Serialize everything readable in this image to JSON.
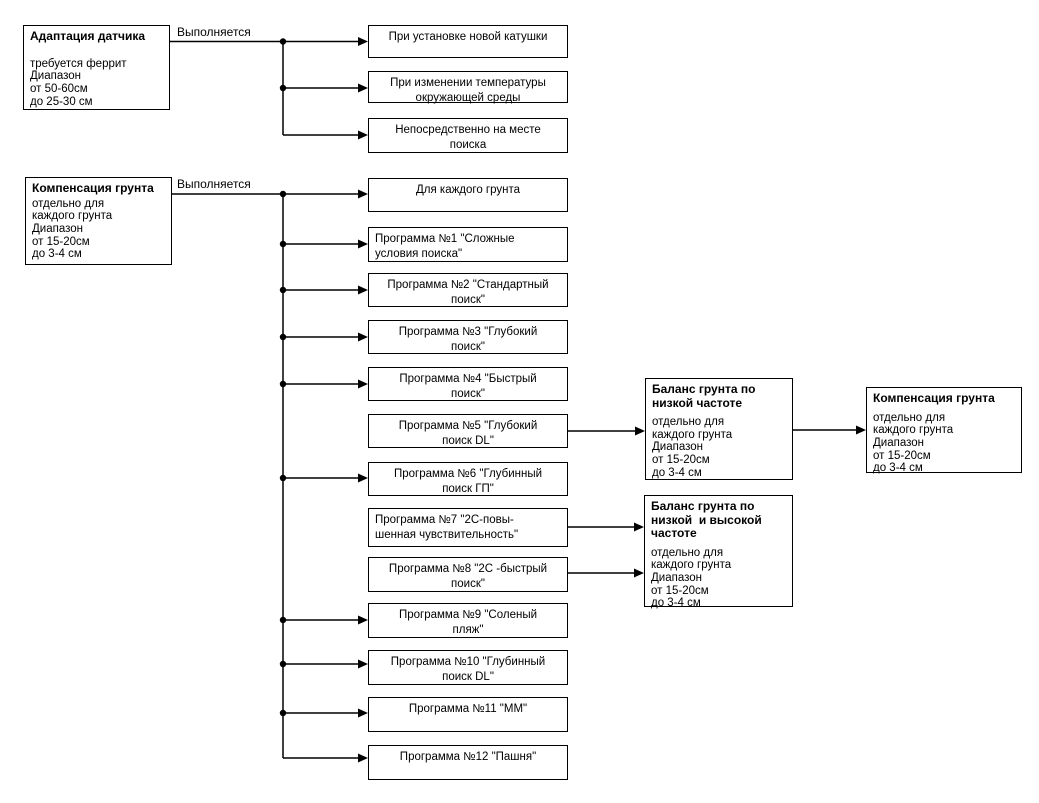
{
  "colors": {
    "background": "#ffffff",
    "line": "#000000",
    "text": "#000000"
  },
  "adaptation": {
    "source_title": "Адаптация датчика",
    "source_body": "требуется феррит\nДиапазон\nот 50-60см\nдо 25-30 см",
    "edge_label": "Выполняется",
    "targets": [
      "При установке новой катушки",
      "При изменении температуры\nокружающей среды",
      "Непосредственно на месте\nпоиска"
    ]
  },
  "ground": {
    "source_title": "Компенсация грунта",
    "source_body": "отдельно для\nкаждого грунта\nДиапазон\nот 15-20см\nдо 3-4 см",
    "edge_label": "Выполняется",
    "programs": [
      "Для каждого грунта",
      "Программа №1 \"Сложные\nусловия поиска\"",
      "Программа №2 \"Стандартный\nпоиск\"",
      "Программа №3 \"Глубокий\nпоиск\"",
      "Программа №4 \"Быстрый\nпоиск\"",
      "Программа №5 \"Глубокий\nпоиск DL\"",
      "Программа №6 \"Глубинный\nпоиск ГП\"",
      "Программа №7 \"2С-повы-\nшенная чувствительность\"",
      "Программа №8 \"2С -быстрый\nпоиск\"",
      "Программа №9 \"Соленый\nпляж\"",
      "Программа №10 \"Глубинный\nпоиск DL\"",
      "Программа №11 \"ММ\"",
      "Программа №12 \"Пашня\""
    ]
  },
  "balance_low": {
    "title": "Баланс грунта по\nнизкой частоте",
    "body": "отдельно для\nкаждого грунта\nДиапазон\nот 15-20см\nдо 3-4 см"
  },
  "balance_low_high": {
    "title": "Баланс грунта по\nнизкой  и высокой\nчастоте",
    "body": "отдельно для\nкаждого грунта\nДиапазон\nот 15-20см\nдо 3-4 см"
  },
  "compensation_result": {
    "title": "Компенсация грунта",
    "body": "отдельно для\nкаждого грунта\nДиапазон\nот 15-20см\nдо 3-4 см"
  }
}
